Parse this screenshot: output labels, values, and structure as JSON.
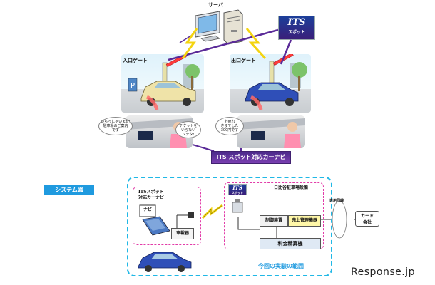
{
  "top": {
    "server_label": "サーバ",
    "entrance_label": "入口ゲート",
    "exit_label": "出口ゲート",
    "its_badge_line1": "ITS",
    "its_badge_line2": "スポット",
    "bubble_left_a": "いらっしゃいませ!\n駐車場のご案内\nです",
    "bubble_left_b": "チケットを\nいらない\nソナタ!",
    "bubble_right": "お疲れ\nさまでした\n300円です",
    "nav_title": "ITS スポット対応カーナビ"
  },
  "system": {
    "title": "システム図",
    "its_nav_line1": "ITSスポット",
    "its_nav_line2": "対応カーナビ",
    "navi": "ナビ",
    "onboard": "車載器",
    "its_small_line1": "ITS",
    "its_small_line2": "スポット",
    "parking": "日比谷駐車場設備",
    "control": "制御装置",
    "sales": "売上管理機器",
    "fare": "料金精算機",
    "dedicated_line": "専用回線",
    "card_company_line1": "カード",
    "card_company_line2": "会社",
    "scope": "今回の実験の範囲"
  },
  "credit": "Response.jp",
  "colors": {
    "accent_purple": "#5a2a98",
    "accent_cyan": "#20b8e6",
    "accent_pink": "#e23ca8",
    "bolt_yellow": "#f4d410",
    "sys_title_bg": "#1f9adf"
  }
}
